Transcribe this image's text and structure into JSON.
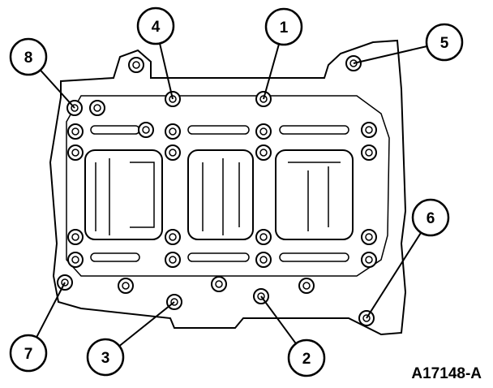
{
  "figure_id": "A17148-A",
  "callouts": [
    {
      "label": "8"
    },
    {
      "label": "4"
    },
    {
      "label": "1"
    },
    {
      "label": "5"
    },
    {
      "label": "6"
    },
    {
      "label": "7"
    },
    {
      "label": "3"
    },
    {
      "label": "2"
    }
  ]
}
